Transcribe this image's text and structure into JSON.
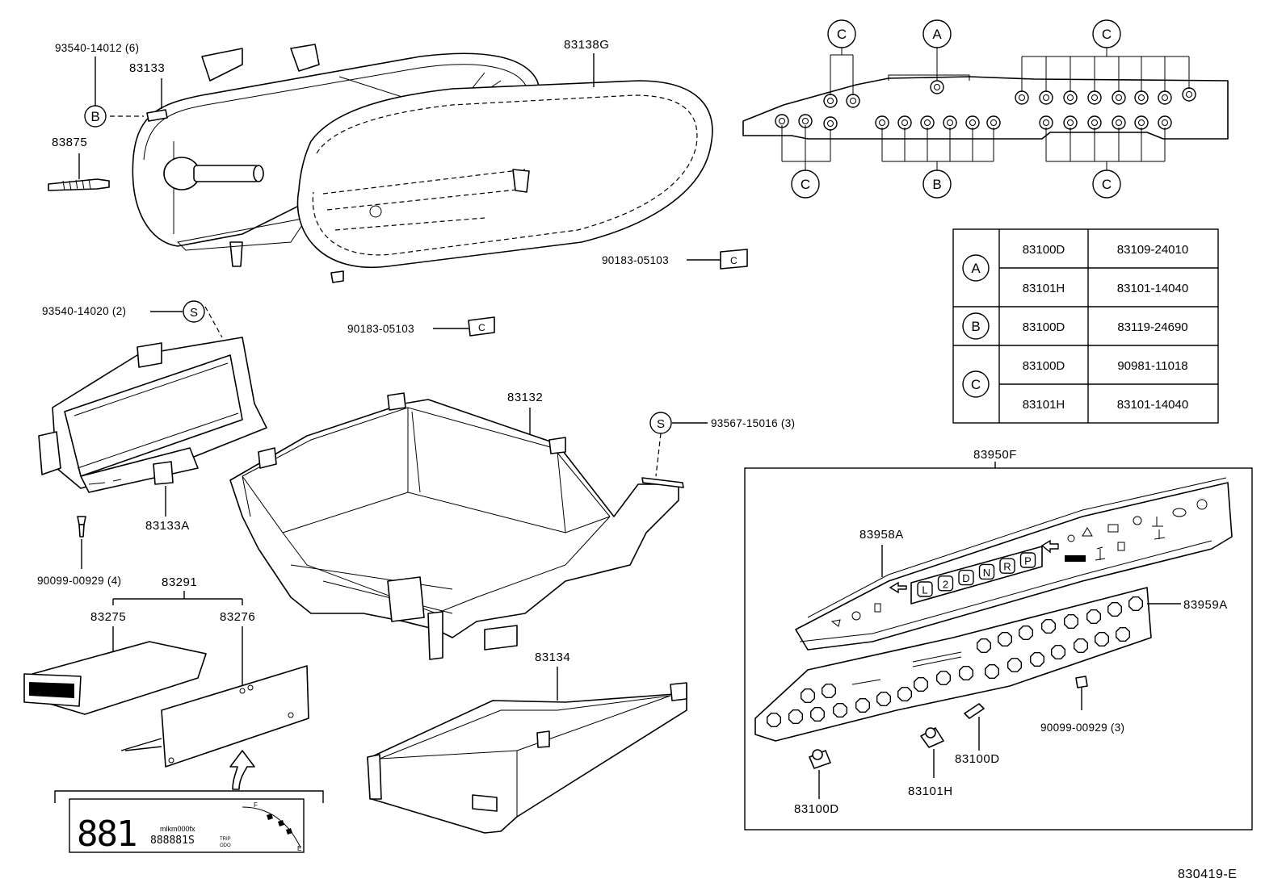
{
  "diagram_id": "830419-E",
  "part_labels": {
    "p93540_14012": "93540-14012 (6)",
    "p83133": "83133",
    "p83138G": "83138G",
    "p83875": "83875",
    "p90183_05103_a": "90183-05103",
    "p90183_05103_b": "90183-05103",
    "p93540_14020": "93540-14020 (2)",
    "p83132": "83132",
    "p93567_15016": "93567-15016 (3)",
    "p83133A": "83133A",
    "p90099_00929_4": "90099-00929 (4)",
    "p83291": "83291",
    "p83275": "83275",
    "p83276": "83276",
    "p83134": "83134",
    "p83950F": "83950F",
    "p83958A": "83958A",
    "p83959A": "83959A",
    "p90099_00929_3": "90099-00929 (3)",
    "p83100D_a": "83100D",
    "p83101H": "83101H",
    "p83100D_b": "83100D"
  },
  "callouts": {
    "A": "A",
    "B": "B",
    "C": "C",
    "S": "S"
  },
  "bulb_table": [
    {
      "key": "A",
      "rows": [
        [
          "83100D",
          "83109-24010"
        ],
        [
          "83101H",
          "83101-14040"
        ]
      ]
    },
    {
      "key": "B",
      "rows": [
        [
          "83100D",
          "83119-24690"
        ]
      ]
    },
    {
      "key": "C",
      "rows": [
        [
          "83100D",
          "90981-11018"
        ],
        [
          "83101H",
          "83101-14040"
        ]
      ]
    }
  ],
  "gear_indicator": [
    "L",
    "2",
    "D",
    "N",
    "R",
    "P"
  ],
  "lcd_display": {
    "digits": "881",
    "odo": "888881S",
    "unit": "mlkm000fx",
    "trip_a": "TRIP",
    "trip_b": "ODO"
  }
}
